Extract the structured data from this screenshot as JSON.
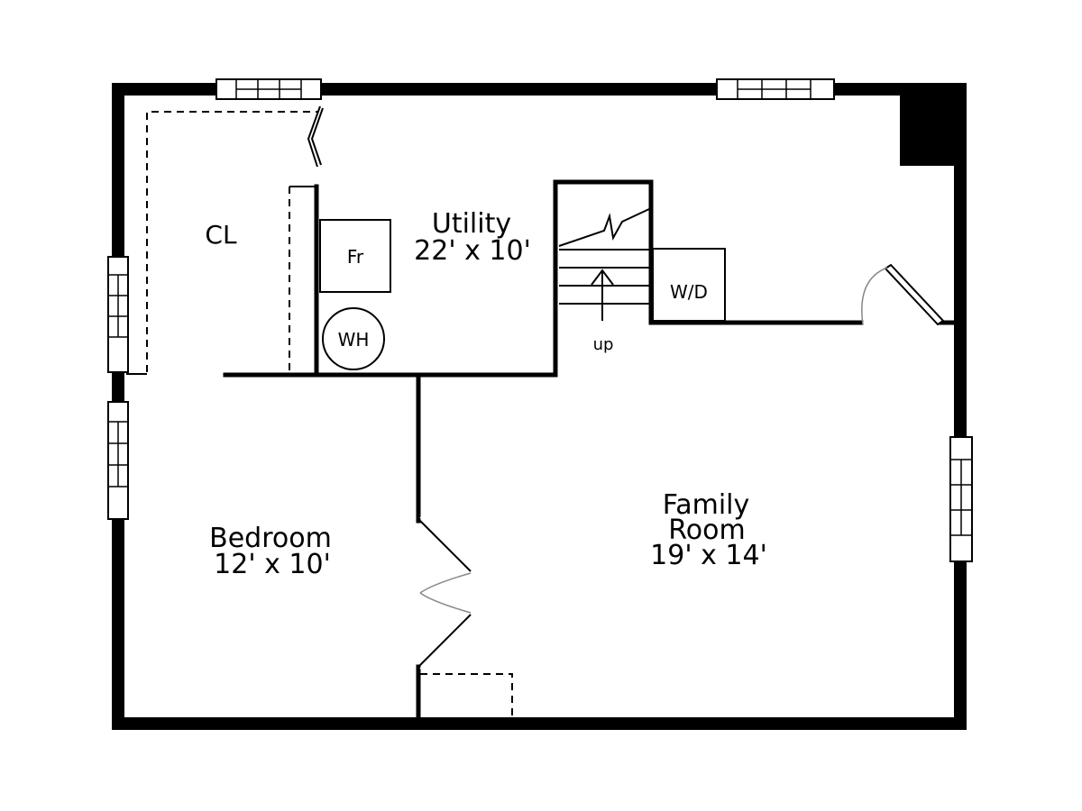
{
  "floorplan": {
    "rooms": {
      "utility": {
        "name": "Utility",
        "size": "22' x 10'"
      },
      "bedroom": {
        "name": "Bedroom",
        "size": "12' x 10'"
      },
      "family": {
        "name_line1": "Family",
        "name_line2": "Room",
        "size": "19' x 14'"
      },
      "closet": {
        "name": "CL"
      }
    },
    "fixtures": {
      "freezer": "Fr",
      "water_heater": "WH",
      "washer_dryer": "W/D",
      "stairs": "up"
    }
  }
}
